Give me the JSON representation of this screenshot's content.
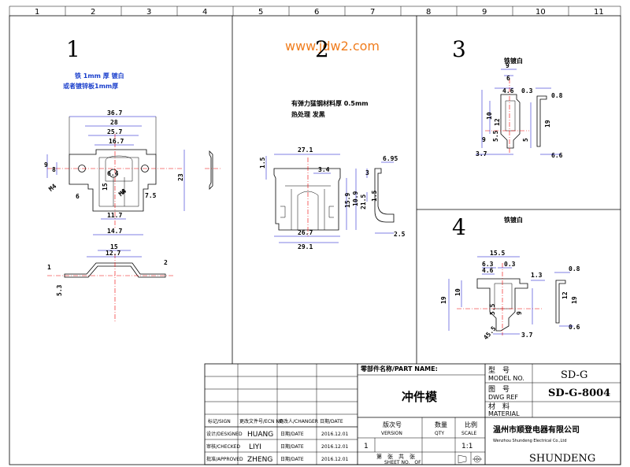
{
  "watermark": "www.jdw2.com",
  "ruler": {
    "top": [
      "1",
      "2",
      "3",
      "4",
      "5",
      "6",
      "7",
      "8",
      "9",
      "10",
      "11"
    ]
  },
  "views": [
    {
      "number": "1",
      "note_line1": "铁 1mm 厚 镀白",
      "note_line2": "或者镀锌板1mm厚",
      "dims": [
        "36.7",
        "28",
        "25.7",
        "16.7",
        "9",
        "8",
        "6",
        "M4",
        "6.4",
        "15",
        "23",
        "8",
        "7.5",
        "11.7",
        "14.7",
        "M4",
        "15",
        "12.7",
        "1",
        "5.3",
        "2"
      ]
    },
    {
      "number": "2",
      "note_line1": "有弹力猛钢材料厚 0.5mm",
      "note_line2": "热处理 发黑",
      "dims": [
        "27.1",
        "1.5",
        "3.4",
        "15.9",
        "21.5",
        "10.9",
        "26.7",
        "29.1",
        "3",
        "6.95",
        "1.5",
        "2.5"
      ]
    },
    {
      "number": "3",
      "title": "铁镀白",
      "dims": [
        "9",
        "6",
        "4.6",
        "0.3",
        "0.8",
        "10",
        "12",
        "19",
        "9",
        "5.5",
        "3.7",
        "5",
        "6.6"
      ]
    },
    {
      "number": "4",
      "title": "铁镀白",
      "dims": [
        "15.5",
        "6.3",
        "0.3",
        "4.6",
        "1.3",
        "0.8",
        "10",
        "19",
        "5.5",
        "9",
        "12",
        "19",
        "3.7",
        "45.5",
        "0.6"
      ]
    }
  ],
  "title_block": {
    "part_name_label": "零部件名称/PART NAME:",
    "part_name": "冲件模",
    "model_label_cn": "型　号",
    "model_label_en": "MODEL NO.",
    "model_value": "SD-G",
    "dwg_label_cn": "图　号",
    "dwg_label_en": "DWG REF",
    "dwg_value": "SD-G-8004",
    "material_label_cn": "材　料",
    "material_label_en": "MATERIAL",
    "version_label_cn": "版次号",
    "version_label_en": "VERSION",
    "version_value": "1",
    "qty_label_cn": "数量",
    "qty_label_en": "QTY",
    "scale_label_cn": "比例",
    "scale_label_en": "SCALE",
    "scale_value": "1:1",
    "sheet_label": "第　张　共　张",
    "sheet_label_en": "SHEET NO.　OF",
    "company_cn": "温州市顺登电器有限公司",
    "company_en": "Wenzhou Shundeng Electrical Co.,Ltd",
    "company_brand": "SHUNDENG",
    "rev_headers": [
      "标记/SIGN",
      "更改文件号/ECN NO",
      "更改人/CHANGER",
      "日期/DATE"
    ],
    "sign_rows": [
      {
        "label": "设计/DESIGNED",
        "name": "HUANG",
        "date_label": "日期/DATE",
        "date": "2016.12.01"
      },
      {
        "label": "审核/CHECKED",
        "name": "LIYI",
        "date_label": "日期/DATE",
        "date": "2016.12.01"
      },
      {
        "label": "批准/APPROVED",
        "name": "ZHENG",
        "date_label": "日期/DATE",
        "date": "2016.12.01"
      }
    ]
  }
}
